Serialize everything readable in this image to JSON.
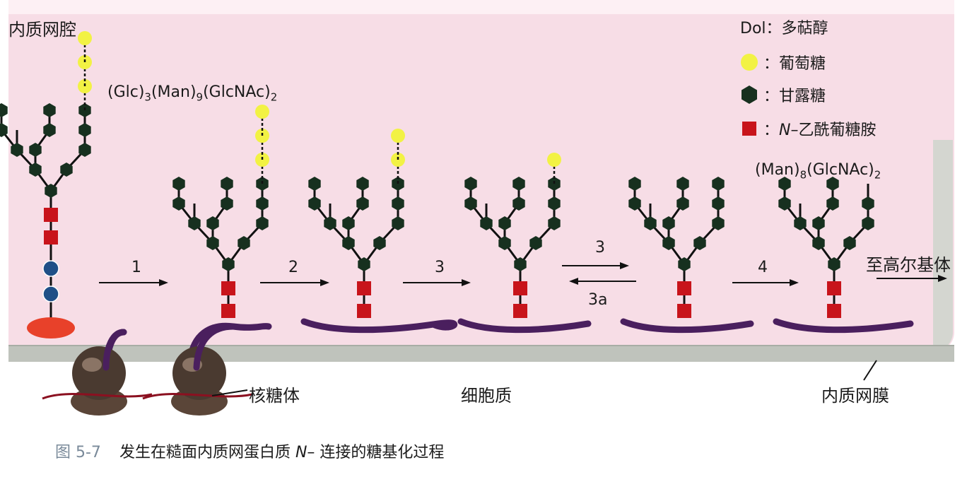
{
  "labels": {
    "lumen": "内质网腔",
    "ribosome": "核糖体",
    "cytosol": "细胞质",
    "membrane": "内质网膜",
    "golgi": "至高尔基体"
  },
  "formulas": {
    "f1": {
      "p1": "(Glc)",
      "s1": "3",
      "p2": "(Man)",
      "s2": "9",
      "p3": "(GlcNAc)",
      "s3": "2"
    },
    "f2": {
      "p1": "(Man)",
      "s1": "8",
      "p2": "(GlcNAc)",
      "s2": "2"
    }
  },
  "steps": [
    "1",
    "2",
    "3",
    "3",
    "3a",
    "4"
  ],
  "legend": {
    "dol": "Dol：多萜醇",
    "glucose": "：葡萄糖",
    "mannose": "：甘露糖",
    "glcnac_prefix": "：",
    "glcnac_italic": "N",
    "glcnac_rest": "–乙酰葡糖胺"
  },
  "carrier": {
    "pi": "Pi",
    "dol": "Dol"
  },
  "caption": {
    "number": "图 5-7",
    "text_a": "发生在糙面内质网蛋白质 ",
    "text_italic": "N",
    "text_b": "– 连接的糖基化过程"
  },
  "colors": {
    "glucose": "#f2f244",
    "mannose": "#17301f",
    "glcnac": "#c8141b",
    "protein": "#4a1f5e",
    "dol": "#e8412a",
    "pi": "#1f4f87",
    "lumen": "#f7dde6"
  },
  "icons": [
    "glucose-circle-icon",
    "mannose-hexagon-icon",
    "glcnac-square-icon",
    "ribosome-icon",
    "arrow-icon"
  ]
}
